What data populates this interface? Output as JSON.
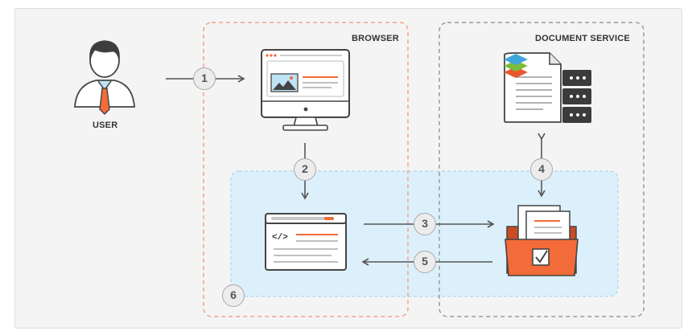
{
  "labels": {
    "user": "USER",
    "browser": "BROWSER",
    "document_service": "DOCUMENT SERVICE"
  },
  "steps": [
    "1",
    "2",
    "3",
    "4",
    "5",
    "6"
  ],
  "colors": {
    "accent": "#f26b38",
    "browser_border": "#f3a28a",
    "service_border": "#9a9a9a",
    "editor_fill": "#d7effb",
    "editor_border": "#a9d8f0",
    "dark": "#444444",
    "arrow": "#555555"
  },
  "icons": {
    "user": "user-icon",
    "monitor": "monitor-icon",
    "document_server": "document-server-icon",
    "code_window": "code-editor-icon",
    "folder": "document-folder-icon"
  },
  "code_glyph": "</>"
}
